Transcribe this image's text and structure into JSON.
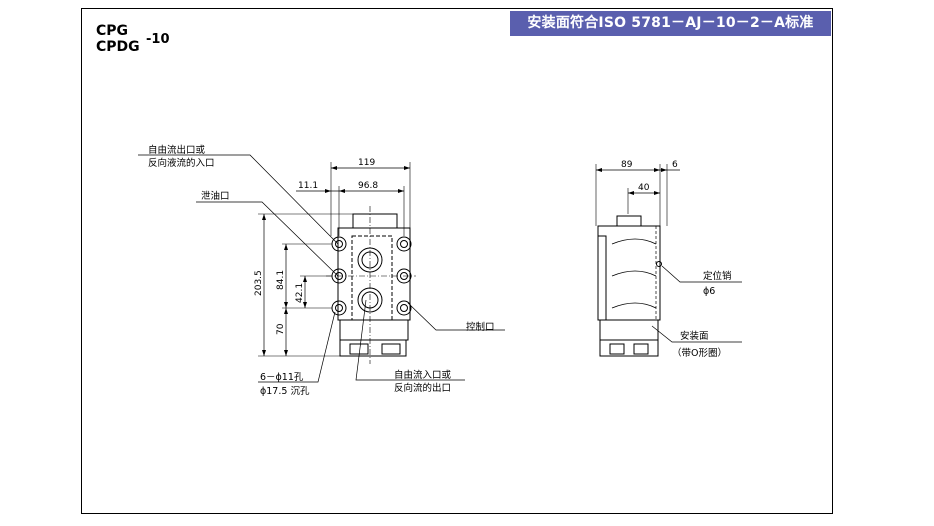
{
  "header": {
    "model_line1": "CPG",
    "model_line2": "CPDG",
    "model_suffix": "-10",
    "standard_banner": "安装面符合ISO 5781－AJ－10－2－A标准"
  },
  "front_view": {
    "labels": {
      "free_flow_out_line1": "自由流出口或",
      "free_flow_out_line2": "反向液流的入口",
      "drain_port": "泄油口",
      "pilot_port": "控制口",
      "mount_holes_line1": "6－ϕ11孔",
      "mount_holes_line2": "ϕ17.5 沉孔",
      "free_flow_in_line1": "自由流入口或",
      "free_flow_in_line2": "反向流的出口"
    },
    "dimensions": {
      "overall_width": "119",
      "offset_left": "11.1",
      "bolt_span": "96.8",
      "overall_height": "203.5",
      "hole_pitch_upper": "84.1",
      "hole_pitch_mid": "42.1",
      "base_height": "70"
    }
  },
  "side_view": {
    "labels": {
      "locating_pin": "定位销",
      "pin_diameter": "ϕ6",
      "mount_face": "安装面",
      "mount_face_note": "（带O形圈）"
    },
    "dimensions": {
      "depth": "89",
      "pin_offset": "6",
      "port_offset": "40"
    }
  }
}
